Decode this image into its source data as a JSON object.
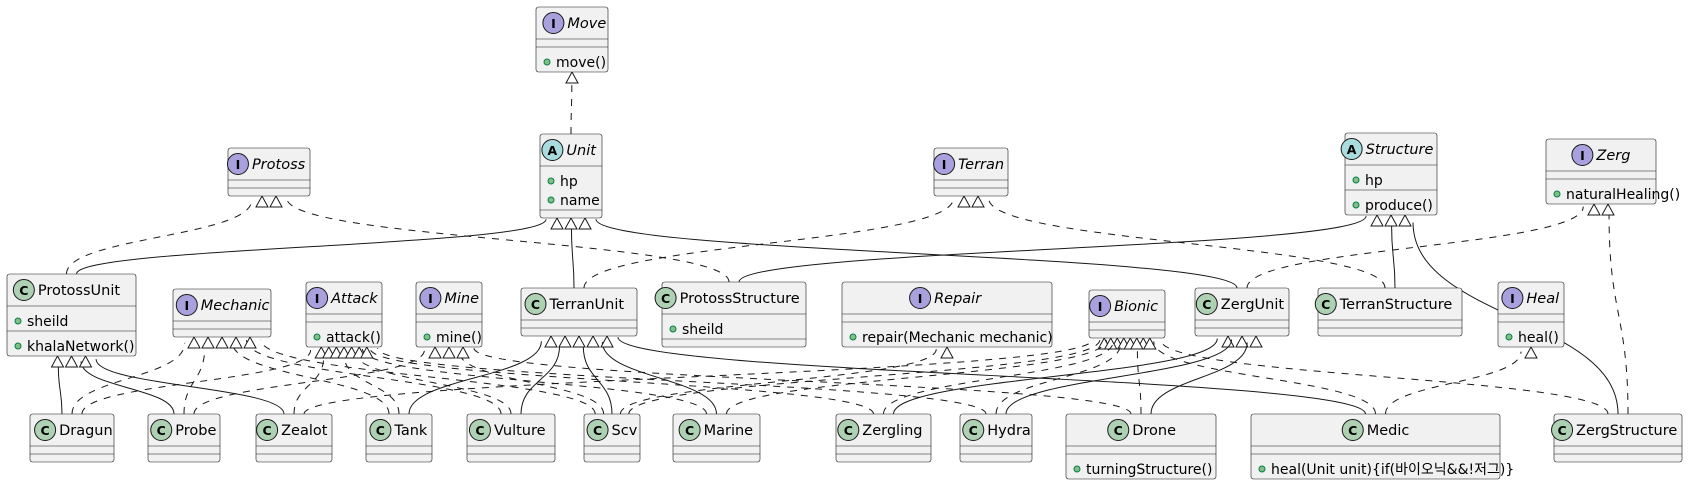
{
  "diagram": {
    "classes": [
      {
        "id": "Move",
        "name": "Move",
        "stereotype": "I",
        "abstract": true,
        "fields": [],
        "methods": [
          "move()"
        ]
      },
      {
        "id": "Unit",
        "name": "Unit",
        "stereotype": "A",
        "abstract": true,
        "fields": [
          "hp",
          "name"
        ],
        "methods": []
      },
      {
        "id": "Protoss",
        "name": "Protoss",
        "stereotype": "I",
        "abstract": true,
        "fields": [],
        "methods": []
      },
      {
        "id": "Terran",
        "name": "Terran",
        "stereotype": "I",
        "abstract": true,
        "fields": [],
        "methods": []
      },
      {
        "id": "Structure",
        "name": "Structure",
        "stereotype": "A",
        "abstract": true,
        "fields": [
          "hp"
        ],
        "methods": [
          "produce()"
        ]
      },
      {
        "id": "Zerg",
        "name": "Zerg",
        "stereotype": "I",
        "abstract": true,
        "fields": [],
        "methods": [
          "naturalHealing()"
        ]
      },
      {
        "id": "ProtossUnit",
        "name": "ProtossUnit",
        "stereotype": "C",
        "abstract": false,
        "fields": [
          "sheild"
        ],
        "methods": [
          "khalaNetwork()"
        ]
      },
      {
        "id": "Mechanic",
        "name": "Mechanic",
        "stereotype": "I",
        "abstract": true,
        "fields": [],
        "methods": []
      },
      {
        "id": "Attack",
        "name": "Attack",
        "stereotype": "I",
        "abstract": true,
        "fields": [],
        "methods": [
          "attack()"
        ]
      },
      {
        "id": "Mine",
        "name": "Mine",
        "stereotype": "I",
        "abstract": true,
        "fields": [],
        "methods": [
          "mine()"
        ]
      },
      {
        "id": "TerranUnit",
        "name": "TerranUnit",
        "stereotype": "C",
        "abstract": false,
        "fields": [],
        "methods": []
      },
      {
        "id": "ProtossStructure",
        "name": "ProtossStructure",
        "stereotype": "C",
        "abstract": false,
        "fields": [
          "sheild"
        ],
        "methods": []
      },
      {
        "id": "Repair",
        "name": "Repair",
        "stereotype": "I",
        "abstract": true,
        "fields": [],
        "methods": [
          "repair(Mechanic mechanic)"
        ]
      },
      {
        "id": "Bionic",
        "name": "Bionic",
        "stereotype": "I",
        "abstract": true,
        "fields": [],
        "methods": []
      },
      {
        "id": "ZergUnit",
        "name": "ZergUnit",
        "stereotype": "C",
        "abstract": false,
        "fields": [],
        "methods": []
      },
      {
        "id": "TerranStructure",
        "name": "TerranStructure",
        "stereotype": "C",
        "abstract": false,
        "fields": [],
        "methods": []
      },
      {
        "id": "Heal",
        "name": "Heal",
        "stereotype": "I",
        "abstract": true,
        "fields": [],
        "methods": [
          "heal()"
        ]
      },
      {
        "id": "Dragun",
        "name": "Dragun",
        "stereotype": "C",
        "abstract": false,
        "fields": [],
        "methods": []
      },
      {
        "id": "Probe",
        "name": "Probe",
        "stereotype": "C",
        "abstract": false,
        "fields": [],
        "methods": []
      },
      {
        "id": "Zealot",
        "name": "Zealot",
        "stereotype": "C",
        "abstract": false,
        "fields": [],
        "methods": []
      },
      {
        "id": "Tank",
        "name": "Tank",
        "stereotype": "C",
        "abstract": false,
        "fields": [],
        "methods": []
      },
      {
        "id": "Vulture",
        "name": "Vulture",
        "stereotype": "C",
        "abstract": false,
        "fields": [],
        "methods": []
      },
      {
        "id": "Scv",
        "name": "Scv",
        "stereotype": "C",
        "abstract": false,
        "fields": [],
        "methods": []
      },
      {
        "id": "Marine",
        "name": "Marine",
        "stereotype": "C",
        "abstract": false,
        "fields": [],
        "methods": []
      },
      {
        "id": "Zergling",
        "name": "Zergling",
        "stereotype": "C",
        "abstract": false,
        "fields": [],
        "methods": []
      },
      {
        "id": "Hydra",
        "name": "Hydra",
        "stereotype": "C",
        "abstract": false,
        "fields": [],
        "methods": []
      },
      {
        "id": "Drone",
        "name": "Drone",
        "stereotype": "C",
        "abstract": false,
        "fields": [],
        "methods": [
          "turningStructure()"
        ]
      },
      {
        "id": "Medic",
        "name": "Medic",
        "stereotype": "C",
        "abstract": false,
        "fields": [],
        "methods": [
          "heal(Unit unit){if(바이오닉&&!저그)}"
        ]
      },
      {
        "id": "ZergStructure",
        "name": "ZergStructure",
        "stereotype": "C",
        "abstract": false,
        "fields": [],
        "methods": []
      }
    ],
    "relations": [
      {
        "from": "Unit",
        "to": "Move",
        "kind": "realization"
      },
      {
        "from": "ProtossUnit",
        "to": "Unit",
        "kind": "generalization"
      },
      {
        "from": "ProtossUnit",
        "to": "Protoss",
        "kind": "realization"
      },
      {
        "from": "TerranUnit",
        "to": "Unit",
        "kind": "generalization"
      },
      {
        "from": "TerranUnit",
        "to": "Terran",
        "kind": "realization"
      },
      {
        "from": "ZergUnit",
        "to": "Unit",
        "kind": "generalization"
      },
      {
        "from": "ZergUnit",
        "to": "Zerg",
        "kind": "realization"
      },
      {
        "from": "ProtossStructure",
        "to": "Protoss",
        "kind": "realization"
      },
      {
        "from": "ProtossStructure",
        "to": "Structure",
        "kind": "generalization"
      },
      {
        "from": "TerranStructure",
        "to": "Structure",
        "kind": "generalization"
      },
      {
        "from": "TerranStructure",
        "to": "Terran",
        "kind": "realization"
      },
      {
        "from": "ZergStructure",
        "to": "Structure",
        "kind": "generalization"
      },
      {
        "from": "ZergStructure",
        "to": "Zerg",
        "kind": "realization"
      },
      {
        "from": "Dragun",
        "to": "ProtossUnit",
        "kind": "generalization"
      },
      {
        "from": "Probe",
        "to": "ProtossUnit",
        "kind": "generalization"
      },
      {
        "from": "Zealot",
        "to": "ProtossUnit",
        "kind": "generalization"
      },
      {
        "from": "Dragun",
        "to": "Mechanic",
        "kind": "realization"
      },
      {
        "from": "Probe",
        "to": "Mechanic",
        "kind": "realization"
      },
      {
        "from": "Dragun",
        "to": "Attack",
        "kind": "realization"
      },
      {
        "from": "Zealot",
        "to": "Attack",
        "kind": "realization"
      },
      {
        "from": "Probe",
        "to": "Mine",
        "kind": "realization"
      },
      {
        "from": "Zealot",
        "to": "Bionic",
        "kind": "realization"
      },
      {
        "from": "Tank",
        "to": "TerranUnit",
        "kind": "generalization"
      },
      {
        "from": "Vulture",
        "to": "TerranUnit",
        "kind": "generalization"
      },
      {
        "from": "Scv",
        "to": "TerranUnit",
        "kind": "generalization"
      },
      {
        "from": "Marine",
        "to": "TerranUnit",
        "kind": "generalization"
      },
      {
        "from": "Medic",
        "to": "TerranUnit",
        "kind": "generalization"
      },
      {
        "from": "Tank",
        "to": "Mechanic",
        "kind": "realization"
      },
      {
        "from": "Vulture",
        "to": "Mechanic",
        "kind": "realization"
      },
      {
        "from": "Scv",
        "to": "Mechanic",
        "kind": "realization"
      },
      {
        "from": "Tank",
        "to": "Attack",
        "kind": "realization"
      },
      {
        "from": "Vulture",
        "to": "Attack",
        "kind": "realization"
      },
      {
        "from": "Marine",
        "to": "Attack",
        "kind": "realization"
      },
      {
        "from": "Zergling",
        "to": "Attack",
        "kind": "realization"
      },
      {
        "from": "Hydra",
        "to": "Attack",
        "kind": "realization"
      },
      {
        "from": "Scv",
        "to": "Mine",
        "kind": "realization"
      },
      {
        "from": "Drone",
        "to": "Mine",
        "kind": "realization"
      },
      {
        "from": "Scv",
        "to": "Repair",
        "kind": "realization"
      },
      {
        "from": "Marine",
        "to": "Bionic",
        "kind": "realization"
      },
      {
        "from": "Scv",
        "to": "Bionic",
        "kind": "realization"
      },
      {
        "from": "Medic",
        "to": "Bionic",
        "kind": "realization"
      },
      {
        "from": "Zergling",
        "to": "Bionic",
        "kind": "realization"
      },
      {
        "from": "Hydra",
        "to": "Bionic",
        "kind": "realization"
      },
      {
        "from": "Drone",
        "to": "Bionic",
        "kind": "realization"
      },
      {
        "from": "ZergStructure",
        "to": "Bionic",
        "kind": "realization"
      },
      {
        "from": "Zergling",
        "to": "ZergUnit",
        "kind": "generalization"
      },
      {
        "from": "Hydra",
        "to": "ZergUnit",
        "kind": "generalization"
      },
      {
        "from": "Drone",
        "to": "ZergUnit",
        "kind": "generalization"
      },
      {
        "from": "Medic",
        "to": "Heal",
        "kind": "realization"
      }
    ],
    "colors": {
      "box_fill": "#f1f1f1",
      "box_stroke": "#181818",
      "interface_badge": "#a9a1de",
      "abstract_badge": "#a9dcdf",
      "class_badge": "#add1b2",
      "visibility_dot": "#84be84"
    }
  }
}
